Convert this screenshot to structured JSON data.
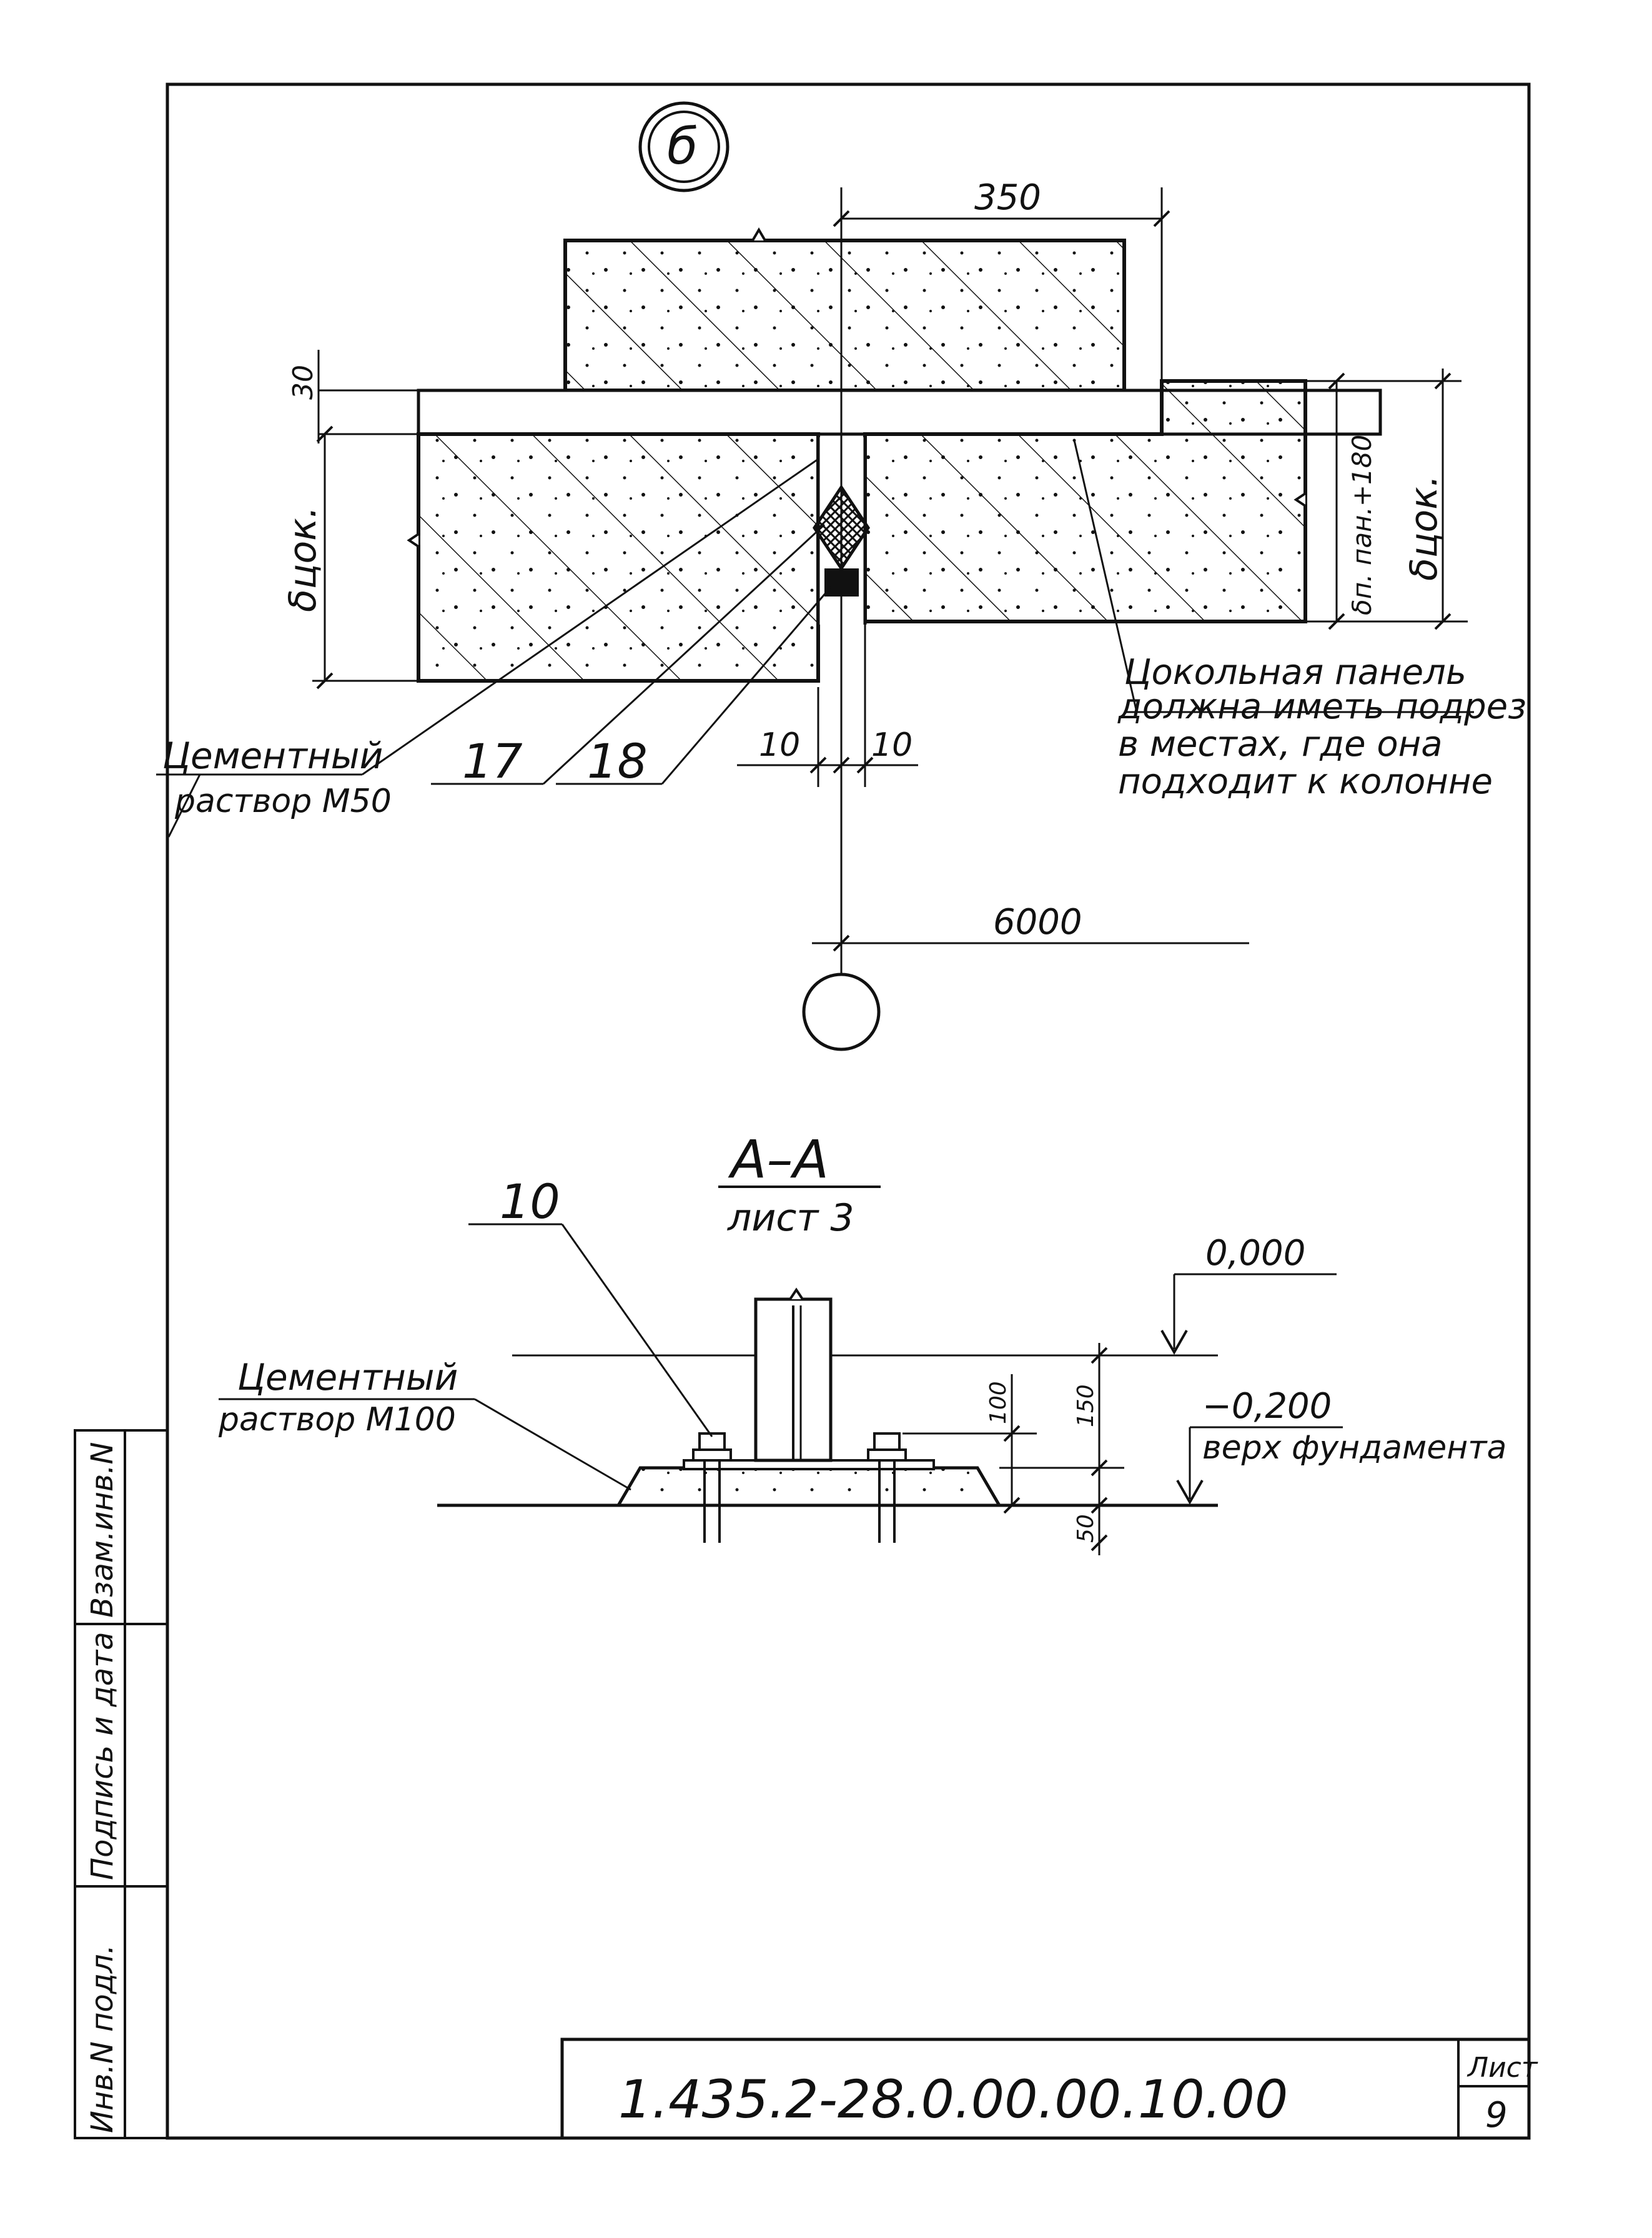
{
  "detail_marker": "б",
  "dimensions": {
    "top_width": "350",
    "gap_top": "30",
    "left_height": "δцок.",
    "right_height": "δцок.",
    "panel_height": "δп. пан.+180",
    "joint_left": "10",
    "joint_right": "10",
    "axis_span": "6000",
    "h_100": "100",
    "h_150": "150",
    "h_50": "50"
  },
  "callouts": {
    "mortar_m50_line1": "Цементный",
    "mortar_m50_line2": "раствор М50",
    "pos_17": "17",
    "pos_18": "18",
    "plinth_note_line1": "Цокольная панель",
    "plinth_note_line2": "должна иметь подрез",
    "plinth_note_line3": "в местах, где она",
    "plinth_note_line4": "подходит к колонне"
  },
  "section": {
    "title": "А–А",
    "subtitle": "лист 3",
    "pos_10": "10",
    "mortar_m100_line1": "Цементный",
    "mortar_m100_line2": "раствор М100",
    "elev_zero": "0,000",
    "elev_foundation": "−0,200",
    "elev_foundation_label": "верх фундамента"
  },
  "side_stamp": {
    "col1": "Инв.N подл.",
    "col2": "Подпись и дата",
    "col3": "Взам.инв.N"
  },
  "title_block": {
    "document_code": "1.435.2-28.0.00.00.10.00",
    "sheet_label": "Лист",
    "sheet_number": "9"
  },
  "colors": {
    "ink": "#111111",
    "paper": "#ffffff"
  }
}
